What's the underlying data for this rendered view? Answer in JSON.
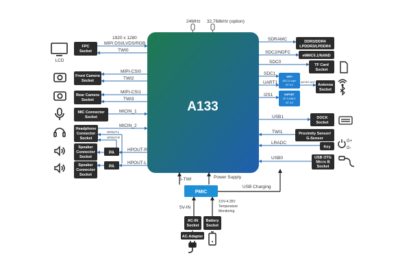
{
  "soc": {
    "label": "A133"
  },
  "top_labels": {
    "osc_24": "24MHz",
    "osc_32": "32.768kHz (option)"
  },
  "left": {
    "fpc": {
      "label1": "FPC",
      "label2": "Socket",
      "sig1": "1920 x 1280",
      "sig2": "MIPI DSI/LVDS/RGB",
      "sig3": "TWI0"
    },
    "lcd": "LCD",
    "front_cam": {
      "label1": "Front Camera",
      "label2": "Socket",
      "sig1": "MIPI-CSI0",
      "sig2": "TWI2"
    },
    "rear_cam": {
      "label1": "Rear Camera",
      "label2": "Socket",
      "sig1": "MIPI-CSI1",
      "sig2": "TWI3"
    },
    "mic": {
      "label1": "MIC Connector",
      "label2": "Socket",
      "sig1": "MICIN_1"
    },
    "headphone": {
      "label1": "Headphone",
      "label2": "Connector",
      "label3": "Socket",
      "sig1": "MICIN_2",
      "sig2": "HPOUT-L",
      "sig3": "HPOUT-R"
    },
    "speaker1": {
      "label1": "Speaker",
      "label2": "Connector",
      "label3": "Socket",
      "pa": "PA",
      "sig1": "HPOUT-R"
    },
    "speaker2": {
      "label1": "Speaker",
      "label2": "Connector",
      "label3": "Socket",
      "pa": "PA",
      "sig1": "HPOUT-L"
    }
  },
  "right": {
    "ddr": {
      "label1": "DDR3/DDR4",
      "label2": "LPDDR3/LPDDR4",
      "sig": "SDRAMC"
    },
    "emmc": {
      "label1": "eMMC5.1/NAND",
      "sig": "SDC2/NDFC"
    },
    "tf": {
      "label1": "TF Card",
      "label2": "Socket",
      "sig": "SDC0"
    },
    "wifi": {
      "label1": "WIFI",
      "label2": "802.11 b/g/n",
      "label3": "BT 5.0",
      "sig1": "SDC1",
      "sig2": "UART1"
    },
    "bt": {
      "label1": "WIFI/BT",
      "label2": "BT 5.0/BLE",
      "label3": "BT 5.0",
      "sig": "I2S1"
    },
    "antenna": {
      "label1": "Antenna",
      "label2": "Socket",
      "sig": "ANT/BT-ANT"
    },
    "dock": {
      "label1": "DOCK",
      "label2": "Socket",
      "sig": "USB1"
    },
    "prox": {
      "label1": "Proximity Sensor/",
      "label2": "G-Sensor",
      "sig": "TWI1"
    },
    "key": {
      "label1": "Key",
      "sig": "LRADC"
    },
    "usbotg": {
      "label1": "USB OTG",
      "label2": "Micro B",
      "label3": "Socket",
      "sig": "USB0"
    }
  },
  "bottom": {
    "pmic": "PMIC",
    "s_twi": "S-TWI",
    "power_supply": "Power Supply",
    "usb_charging": "USB Charging",
    "five_v_in": "5V-IN",
    "batt_range": "3.5V-4.35V",
    "temp": "Temperature",
    "monitoring": "Monitoring",
    "acin": {
      "label1": "AC-IN",
      "label2": "Socket"
    },
    "battery": {
      "label1": "Battery",
      "label2": "Socket"
    },
    "adapter": "AC-Adapter"
  },
  "colors": {
    "soc_start": "#1f7a4f",
    "soc_end": "#1f5fb0",
    "block_dark": "#2b2b2b",
    "line_blue": "#2f6fb3",
    "pmic_blue": "#1e90d8",
    "chip_blue": "#1f7fd0"
  },
  "icons": {
    "lcd": "monitor-icon",
    "camera1": "camera-icon",
    "camera2": "camera-icon",
    "mic": "microphone-icon",
    "headphone": "headphone-icon",
    "speaker1": "speaker-icon",
    "speaker2": "speaker-icon",
    "sdcard": "sdcard-icon",
    "wifi": "wifi-icon",
    "bluetooth": "bluetooth-icon",
    "keyboard": "keyboard-icon",
    "power": "power-icon",
    "usb": "usb-cable-icon",
    "plug": "plug-icon",
    "battery": "battery-icon",
    "crystal": "crystal-icon"
  }
}
